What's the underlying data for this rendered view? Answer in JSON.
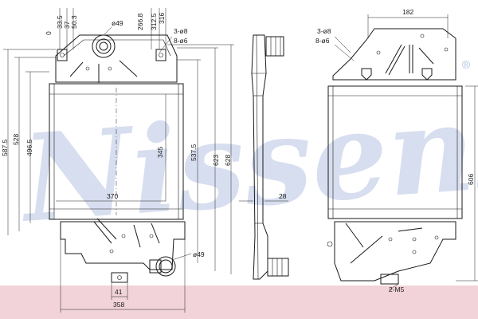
{
  "watermark": {
    "text": "Nissens",
    "registered": "®"
  },
  "band_color": "#f2d3da",
  "front_view": {
    "dims": {
      "d0": "0",
      "d33_5": "33.5",
      "d37": "37",
      "d50_3": "50.3",
      "d49_top": "ø49",
      "d266_8": "266.8",
      "d312_5": "312.5",
      "d316": "316",
      "d3x8": "3-ø8",
      "d8x6": "8-ø6",
      "d587_5": "587.5",
      "d528": "528",
      "d496_5": "496.5",
      "d345": "345",
      "d537_5": "537.5",
      "d623": "623",
      "d628": "628",
      "d370": "370",
      "d49_bottom": "ø49",
      "d41": "41",
      "d358": "358"
    }
  },
  "side_view": {
    "dims": {
      "d28": "28"
    }
  },
  "rear_view": {
    "dims": {
      "d182": "182",
      "d3x8": "3-ø8",
      "d8x6": "8-ø6",
      "d606": "606",
      "d2xM5": "2-M5"
    }
  }
}
